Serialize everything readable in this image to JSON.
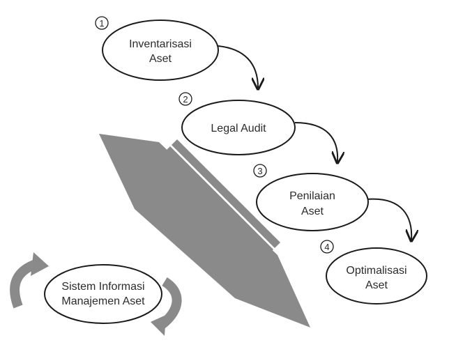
{
  "steps": [
    {
      "number": "1",
      "line1": "Inventarisasi",
      "line2": "Aset"
    },
    {
      "number": "2",
      "line1": "Legal Audit",
      "line2": ""
    },
    {
      "number": "3",
      "line1": "Penilaian",
      "line2": "Aset"
    },
    {
      "number": "4",
      "line1": "Optimalisasi",
      "line2": "Aset"
    }
  ],
  "system": {
    "line1": "Sistem Informasi",
    "line2": "Manajemen Aset"
  },
  "colors": {
    "ink": "#1a1a1a",
    "text": "#2b2b2b",
    "arrow_gray": "#8a8a8a",
    "background": "#ffffff"
  }
}
